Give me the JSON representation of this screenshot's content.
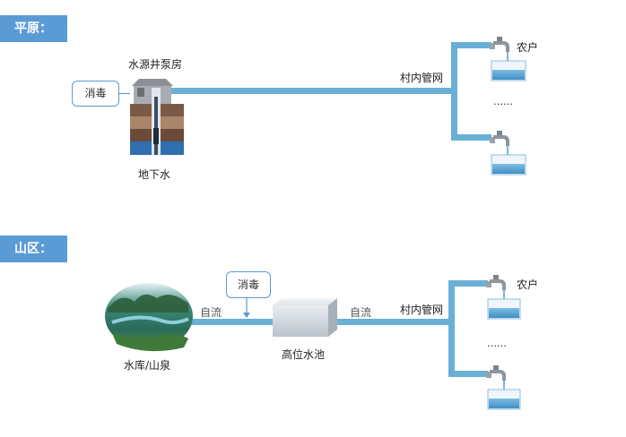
{
  "plain": {
    "tag": "平原：",
    "pump_house": "水源井泵房",
    "disinfect": "消毒",
    "groundwater": "地下水",
    "network": "村内管网",
    "household": "农户",
    "ellipsis": "……"
  },
  "mountain": {
    "tag": "山区：",
    "reservoir": "水库/山泉",
    "disinfect": "消毒",
    "gravity_flow_1": "自流",
    "gravity_flow_2": "自流",
    "high_tank": "高位水池",
    "network": "村内管网",
    "household": "农户",
    "ellipsis": "……"
  },
  "colors": {
    "pipe": "#6aafd6",
    "tag": "#5b9bd5",
    "water": "#4f9fd0"
  }
}
